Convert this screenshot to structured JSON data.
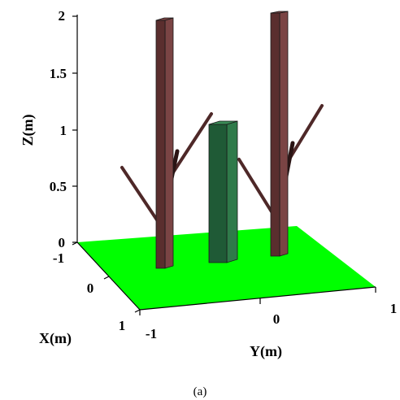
{
  "figure": {
    "caption": "(a)",
    "z_axis": {
      "label": "Z(m)",
      "ticks": [
        "0",
        "0.5",
        "1",
        "1.5",
        "2"
      ]
    },
    "x_axis": {
      "label": "X(m)",
      "ticks": [
        "-1",
        "0",
        "1"
      ]
    },
    "y_axis": {
      "label": "Y(m)",
      "ticks": [
        "-1",
        "0",
        "1"
      ]
    }
  },
  "colors": {
    "ground": "#00ff00",
    "trunk_front": "#5a2e2e",
    "trunk_side": "#7a4444",
    "branch": "#4e2828",
    "box_front": "#1f5a36",
    "box_side": "#2f7a4a",
    "box_top": "#3a8a56",
    "axis": "#000000"
  }
}
